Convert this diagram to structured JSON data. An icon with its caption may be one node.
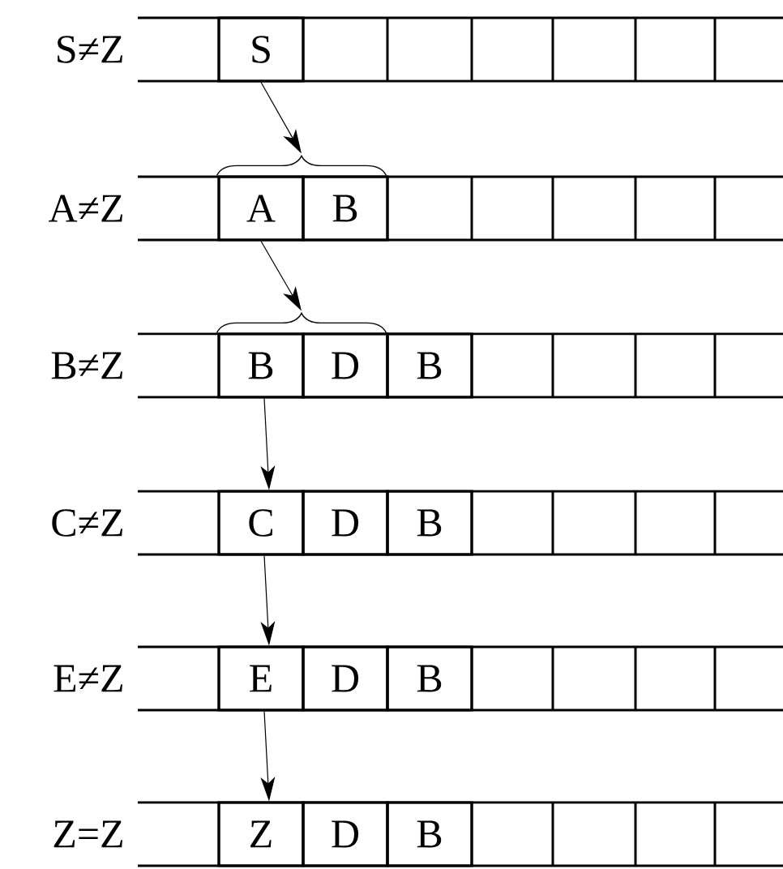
{
  "diagram": {
    "nodes": [
      {
        "text": [
          "S≠Z"
        ]
      },
      {
        "text": [
          "S"
        ],
        "in": 0
      },
      {
        "text": [],
        "shape": "brace"
      },
      {
        "text": [
          "A≠Z"
        ]
      },
      {
        "text": [
          "A"
        ],
        "in": 3
      },
      {
        "text": [
          "B"
        ],
        "in": 3
      },
      {
        "text": [],
        "shape": "brace"
      },
      {
        "text": [
          "B≠Z"
        ]
      },
      {
        "text": [
          "B"
        ],
        "in": 7
      },
      {
        "text": [
          "D"
        ],
        "in": 7
      },
      {
        "text": [
          "B"
        ],
        "in": 7
      },
      {
        "text": [
          "C≠Z"
        ]
      },
      {
        "text": [
          "C"
        ],
        "in": 11
      },
      {
        "text": [
          "D"
        ],
        "in": 11
      },
      {
        "text": [
          "B"
        ],
        "in": 11
      },
      {
        "text": [
          "E≠Z"
        ]
      },
      {
        "text": [
          "E"
        ],
        "in": 15
      },
      {
        "text": [
          "D"
        ],
        "in": 15
      },
      {
        "text": [
          "B"
        ],
        "in": 15
      },
      {
        "text": [
          "Z=Z"
        ]
      },
      {
        "text": [
          "Z"
        ],
        "in": 19
      },
      {
        "text": [
          "D"
        ],
        "in": 19
      },
      {
        "text": [
          "B"
        ],
        "in": 19
      }
    ],
    "edges": [
      {
        "from": 1,
        "to": 2,
        "arrow": "to"
      },
      {
        "from": 4,
        "to": 6,
        "arrow": "to"
      },
      {
        "from": 8,
        "to": 12,
        "arrow": "to"
      },
      {
        "from": 12,
        "to": 16,
        "arrow": "to"
      },
      {
        "from": 16,
        "to": 20,
        "arrow": "to"
      }
    ]
  }
}
